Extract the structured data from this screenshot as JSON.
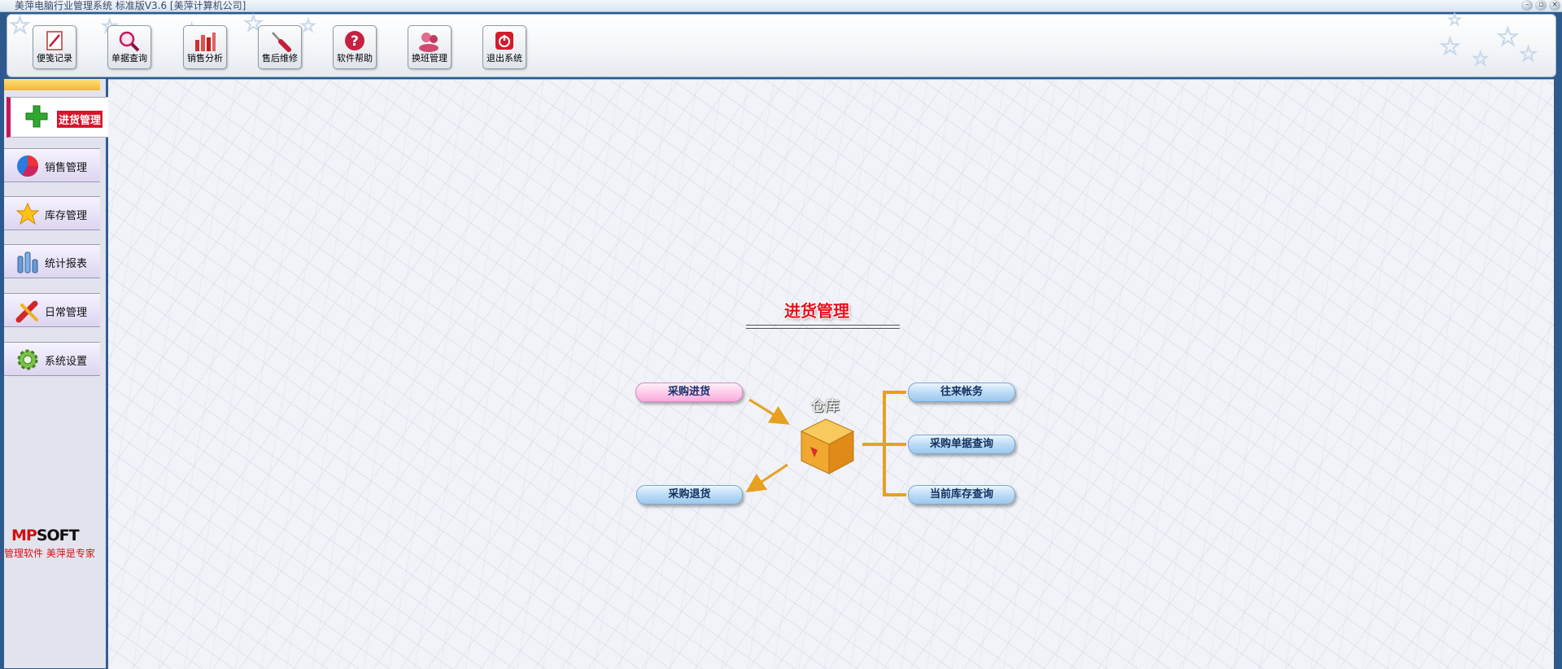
{
  "window": {
    "title": "美萍电脑行业管理系统 标准版V3.6 [美萍计算机公司]",
    "controls": [
      "–",
      "▫",
      "×"
    ]
  },
  "toolbar": {
    "buttons": [
      {
        "label": "便笺记录",
        "icon": "memo-icon"
      },
      {
        "label": "单据查询",
        "icon": "magnifier-icon"
      },
      {
        "label": "销售分析",
        "icon": "bar-chart-icon"
      },
      {
        "label": "售后维修",
        "icon": "screwdriver-icon"
      },
      {
        "label": "软件帮助",
        "icon": "help-icon"
      },
      {
        "label": "换班管理",
        "icon": "users-icon"
      },
      {
        "label": "退出系统",
        "icon": "power-icon"
      }
    ]
  },
  "sidebar": {
    "active": {
      "label": "进货管理",
      "icon": "green-plus-icon"
    },
    "items": [
      {
        "label": "销售管理",
        "icon": "pie-chart-icon"
      },
      {
        "label": "库存管理",
        "icon": "star-icon"
      },
      {
        "label": "统计报表",
        "icon": "columns-icon"
      },
      {
        "label": "日常管理",
        "icon": "tools-icon"
      },
      {
        "label": "系统设置",
        "icon": "gear-icon"
      }
    ],
    "logo": {
      "mp": "MP",
      "soft": "SOFT"
    },
    "slogan": "管理软件 美萍是专家"
  },
  "content": {
    "title": "进货管理",
    "warehouse_label": "仓库",
    "buttons": {
      "purchase_in": "采购进货",
      "purchase_return": "采购退货",
      "accounts": "往来帐务",
      "purchase_query": "采购单据查询",
      "stock_query": "当前库存查询"
    },
    "colors": {
      "arrow": "#e8a020",
      "title": "#e8101e",
      "accent": "#2f5f95"
    }
  }
}
